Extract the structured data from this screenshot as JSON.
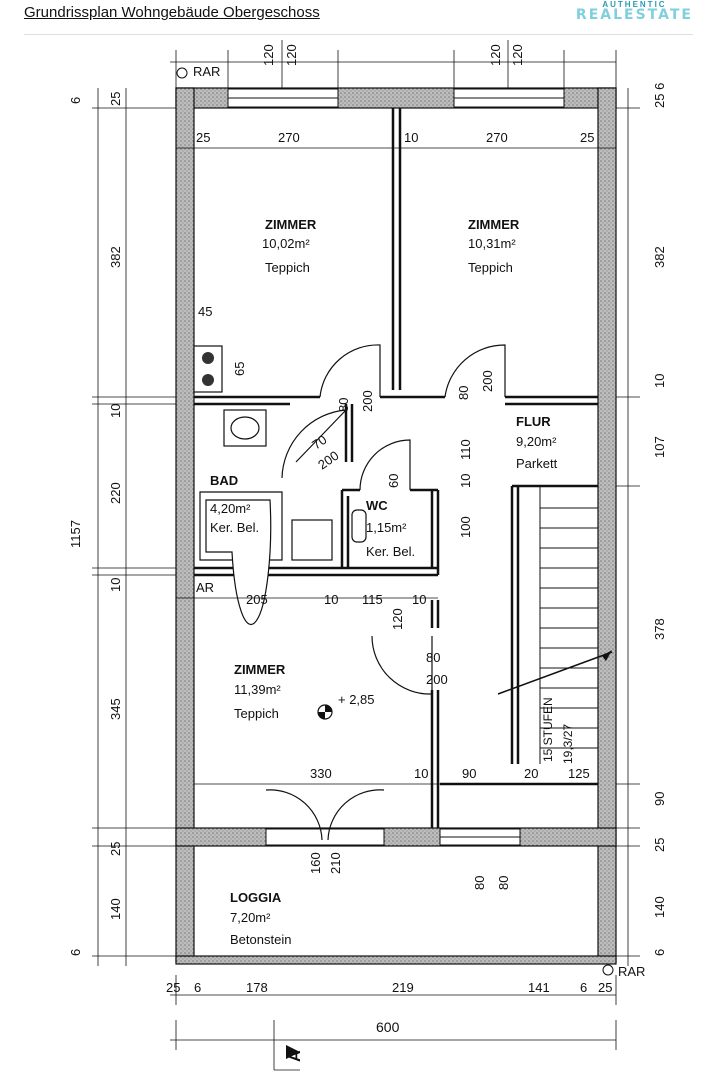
{
  "header": {
    "title": "Grundrissplan Wohngebäude Obergeschoss",
    "logo_top": "AUTHENTIC",
    "logo_bottom": "REALESTATE",
    "logo_color": "#7fd0dc"
  },
  "rooms": {
    "zimmer1": {
      "name": "ZIMMER",
      "area": "10,02m²",
      "floor": "Teppich"
    },
    "zimmer2": {
      "name": "ZIMMER",
      "area": "10,31m²",
      "floor": "Teppich"
    },
    "flur": {
      "name": "FLUR",
      "area": "9,20m²",
      "floor": "Parkett"
    },
    "bad": {
      "name": "BAD",
      "area": "4,20m²",
      "floor": "Ker. Bel."
    },
    "wc": {
      "name": "WC",
      "area": "1,15m²",
      "floor": "Ker. Bel."
    },
    "zimmer3": {
      "name": "ZIMMER",
      "area": "11,39m²",
      "floor": "Teppich"
    },
    "loggia": {
      "name": "LOGGIA",
      "area": "7,20m²",
      "floor": "Betonstein"
    }
  },
  "labels": {
    "rar_top": "RAR",
    "rar_bottom": "RAR",
    "ar": "AR",
    "height_mark": "+ 2,85",
    "stairs_steps": "15 STUFEN",
    "stairs_ratio": "19,3/27",
    "section_mark": "A"
  },
  "dims": {
    "top_window_1a": "120",
    "top_window_1b": "120",
    "top_window_2a": "120",
    "top_window_2b": "120",
    "top_left_25": "25",
    "top_270a": "270",
    "top_10": "10",
    "top_270b": "270",
    "top_right_25": "25",
    "left_6": "6",
    "left_25": "25",
    "left_382": "382",
    "left_10a": "10",
    "left_220": "220",
    "left_1157": "1157",
    "left_10b": "10",
    "left_345": "345",
    "left_25b": "25",
    "left_140": "140",
    "left_6b": "6",
    "right_25_6": "25 6",
    "right_382": "382",
    "right_10": "10",
    "right_107": "107",
    "right_378": "378",
    "right_90": "90",
    "right_25": "25",
    "right_140": "140",
    "right_6": "6",
    "niche_45": "45",
    "niche_65": "65",
    "door_80a": "80",
    "door_200a": "200",
    "door_80b": "80",
    "door_200b": "200",
    "bad_70": "70",
    "bad_200": "200",
    "wc_60": "60",
    "wc_10": "10",
    "wc_110": "110",
    "wc_100": "100",
    "mid_205": "205",
    "mid_10a": "10",
    "mid_115": "115",
    "mid_10b": "10",
    "z3_120": "120",
    "z3_80": "80",
    "z3_200": "200",
    "bot_330": "330",
    "bot_10": "10",
    "bot_90": "90",
    "bot_20": "20",
    "bot_125": "125",
    "loggia_160": "160",
    "loggia_210": "210",
    "loggia_80": "80",
    "loggia_80b": "80",
    "base_25a": "25",
    "base_6a": "6",
    "base_178": "178",
    "base_219": "219",
    "base_141": "141",
    "base_6b": "6",
    "base_25b": "25",
    "base_600": "600"
  }
}
